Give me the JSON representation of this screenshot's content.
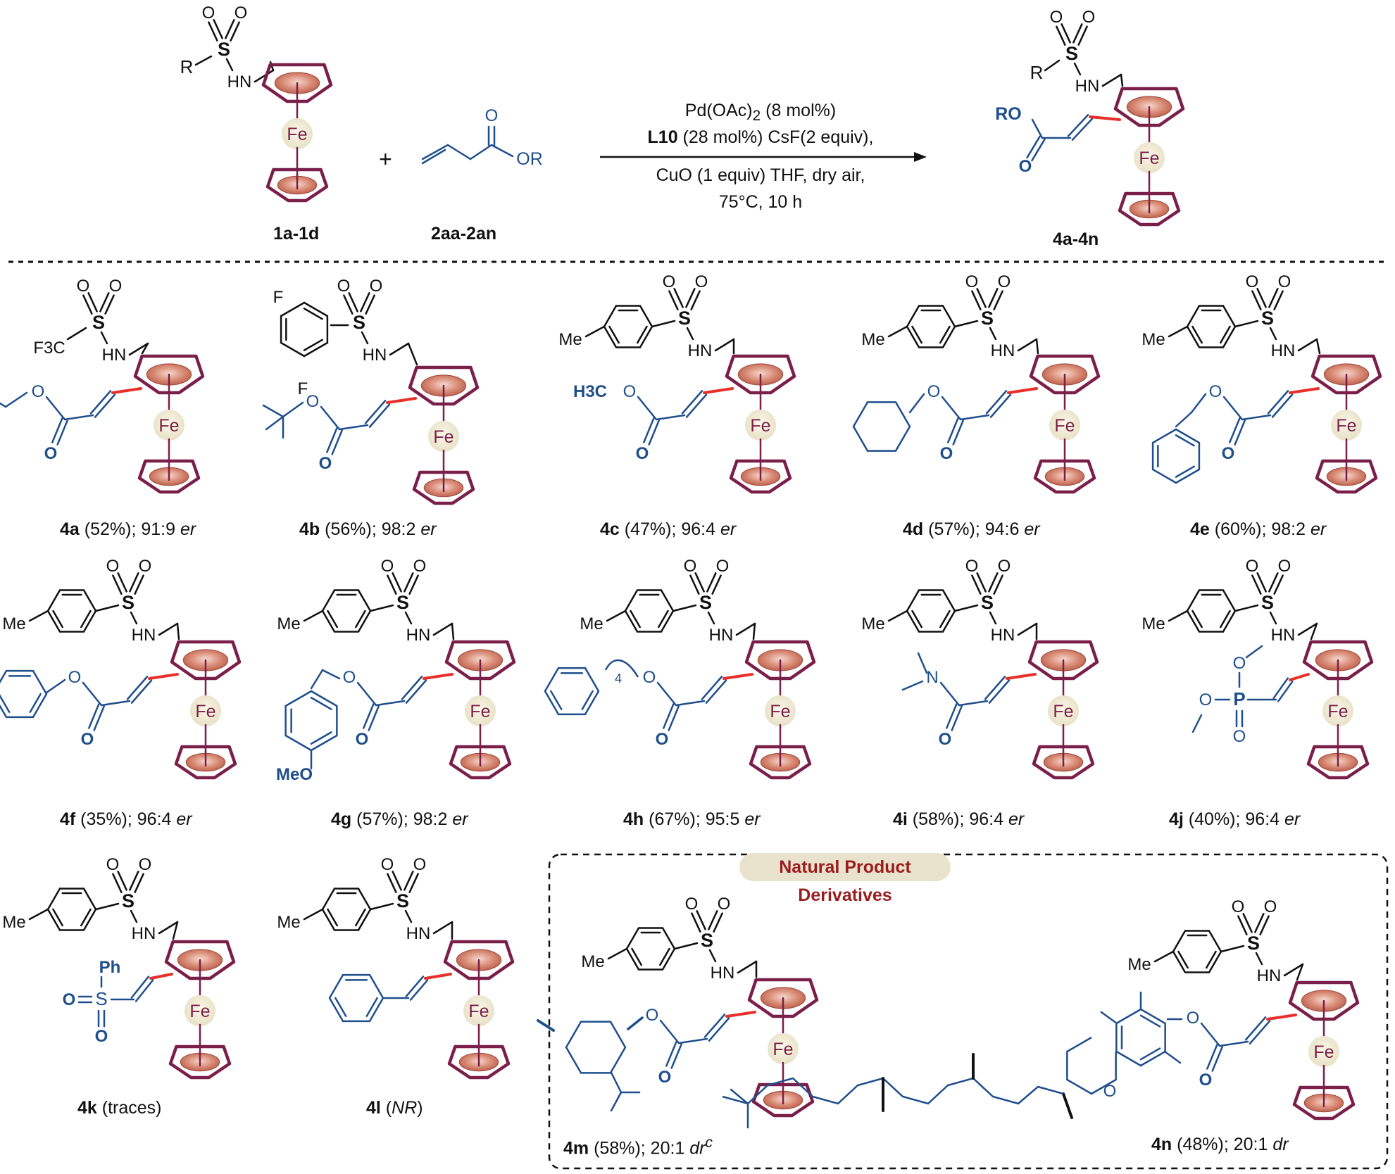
{
  "reaction": {
    "conditions": {
      "line1_pre": "Pd(OAc)",
      "line1_sub": "2",
      "line1_post": " (8 mol%)",
      "line2_bold": "L10",
      "line2_rest": " (28 mol%) CsF(2 equiv),",
      "line3": "CuO (1 equiv) THF, dry air,",
      "line4": "75°C, 10 h"
    },
    "reactant1_label": "1a-1d",
    "reactant2_label": "2aa-2an",
    "product_label": "4a-4n",
    "plus": "+"
  },
  "atoms": {
    "S": "S",
    "O": "O",
    "HN": "HN",
    "Fe": "Fe",
    "R": "R",
    "RO": "RO",
    "OR": "OR",
    "F3C": "F3C",
    "F": "F",
    "Me": "Me",
    "MeO": "MeO",
    "H3C": "H3C",
    "N": "N",
    "P": "P",
    "Ph": "Ph",
    "sub4": "4"
  },
  "products": [
    {
      "id": "4a",
      "yield": " (52%); 91:9 ",
      "ratio_unit": "er"
    },
    {
      "id": "4b",
      "yield": " (56%); 98:2 ",
      "ratio_unit": "er"
    },
    {
      "id": "4c",
      "yield": " (47%); 96:4 ",
      "ratio_unit": "er"
    },
    {
      "id": "4d",
      "yield": " (57%); 94:6 ",
      "ratio_unit": "er"
    },
    {
      "id": "4e",
      "yield": " (60%); 98:2 ",
      "ratio_unit": "er"
    },
    {
      "id": "4f",
      "yield": " (35%); 96:4 ",
      "ratio_unit": "er"
    },
    {
      "id": "4g",
      "yield": " (57%); 98:2 ",
      "ratio_unit": "er"
    },
    {
      "id": "4h",
      "yield": " (67%); 95:5 ",
      "ratio_unit": "er"
    },
    {
      "id": "4i",
      "yield": " (58%); 96:4 ",
      "ratio_unit": "er"
    },
    {
      "id": "4j",
      "yield": " (40%); 96:4 ",
      "ratio_unit": "er"
    },
    {
      "id": "4k",
      "yield": " (traces)",
      "ratio_unit": ""
    },
    {
      "id": "4l",
      "yield": " (",
      "ratio_unit": "NR",
      "suffix": ")"
    },
    {
      "id": "4m",
      "yield": " (58%); 20:1 ",
      "ratio_unit": "dr",
      "sup": "c"
    },
    {
      "id": "4n",
      "yield": " (48%); 20:1 ",
      "ratio_unit": "dr"
    }
  ],
  "natural_products_title": "Natural Product Derivatives",
  "colors": {
    "ligand_blue": "#1f4e8c",
    "cp_maroon": "#7a1f4a",
    "cp_fill": "#d98b76",
    "new_bond_red": "#e8302a",
    "badge_bg": "#e9e2cd",
    "badge_text": "#9b1c1c"
  }
}
